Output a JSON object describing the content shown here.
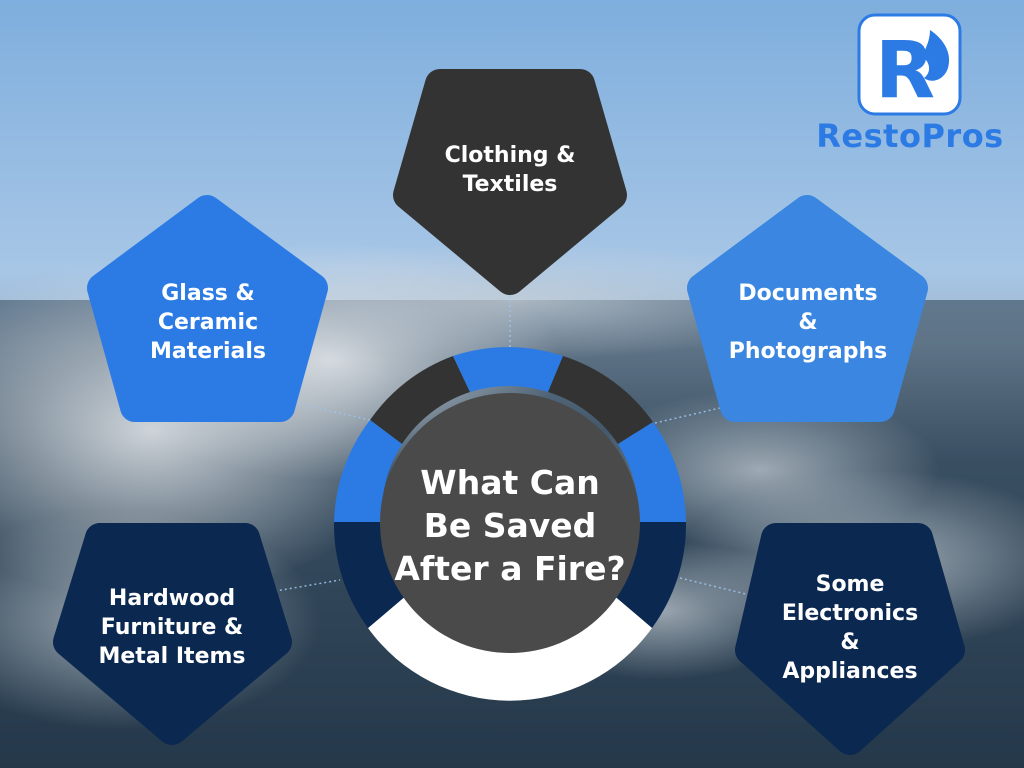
{
  "brand": {
    "name": "RestoPros",
    "logo_letter": "R",
    "color": "#2c7be5"
  },
  "center": {
    "title_lines": [
      "What Can",
      "Be Saved",
      "After a Fire?"
    ],
    "fill": "#4a4a4a"
  },
  "ring_colors": {
    "dark": "#333333",
    "blue": "#2c7be5",
    "navy": "#0b2850",
    "white": "#ffffff"
  },
  "nodes": [
    {
      "id": "clothing",
      "lines": [
        "Clothing &",
        "Textiles"
      ],
      "color": "#333333"
    },
    {
      "id": "documents",
      "lines": [
        "Documents",
        "&",
        "Photographs"
      ],
      "color": "#3a86e0"
    },
    {
      "id": "electronics",
      "lines": [
        "Some",
        "Electronics",
        "&",
        "Appliances"
      ],
      "color": "#0b2850"
    },
    {
      "id": "hardwood",
      "lines": [
        "Hardwood",
        "Furniture &",
        "Metal Items"
      ],
      "color": "#0b2850"
    },
    {
      "id": "glass",
      "lines": [
        "Glass &",
        "Ceramic",
        "Materials"
      ],
      "color": "#2c7be5"
    }
  ]
}
